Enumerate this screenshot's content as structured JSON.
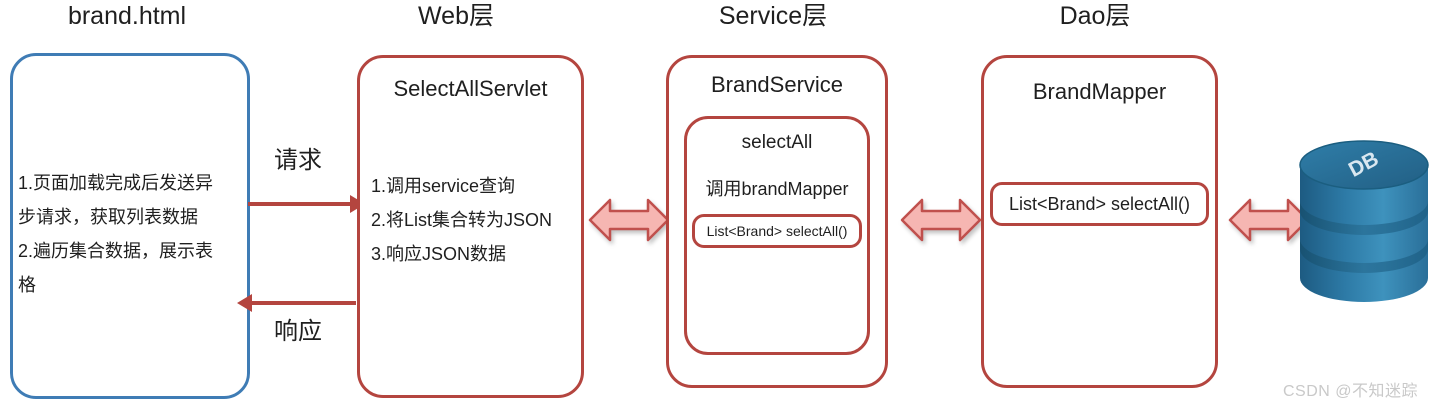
{
  "diagram": {
    "title_row": [
      {
        "name": "brand-html",
        "label": "brand.html"
      },
      {
        "name": "web-layer",
        "label": "Web层"
      },
      {
        "name": "service-layer",
        "label": "Service层"
      },
      {
        "name": "dao-layer",
        "label": "Dao层"
      }
    ],
    "colors": {
      "client_border": "#3f7cb5",
      "server_border": "#b4453f",
      "arrow_line": "#b4453f",
      "block_arrow_fill": "#f6b6b2",
      "block_arrow_border": "#c0504d",
      "db_body": "#2e7aa8",
      "background": "#ffffff",
      "text": "#1f1f1f",
      "watermark": "#c9c9c9"
    },
    "client_box": {
      "lines": [
        "1.页面加载完成后发送异",
        "步请求，获取列表数据",
        "2.遍历集合数据，展示表",
        "格"
      ]
    },
    "web_box": {
      "title": "SelectAllServlet",
      "lines": [
        "1.调用service查询",
        "2.将List集合转为JSON",
        "3.响应JSON数据"
      ]
    },
    "service_box": {
      "title": "BrandService",
      "inner_title": "selectAll",
      "inner_line": "调用brandMapper",
      "method_chip": "List<Brand> selectAll()"
    },
    "dao_box": {
      "title": "BrandMapper",
      "method_chip": "List<Brand> selectAll()"
    },
    "database": {
      "label": "DB"
    },
    "arrows": {
      "request_label": "请求",
      "response_label": "响应",
      "web_service": "bidirectional",
      "service_dao": "bidirectional",
      "dao_db": "bidirectional"
    },
    "watermark": "CSDN @不知迷踪"
  }
}
